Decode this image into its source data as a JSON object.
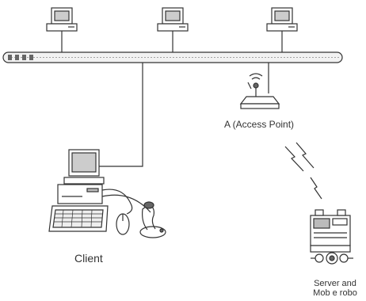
{
  "labels": {
    "access_point": "A (Access Point)",
    "client": "Client",
    "server_line1": "Server and",
    "server_line2": "Mob e robo"
  },
  "colors": {
    "line": "#333333",
    "fill": "#ffffff",
    "shade": "#bbbbbb",
    "dark": "#666666"
  }
}
